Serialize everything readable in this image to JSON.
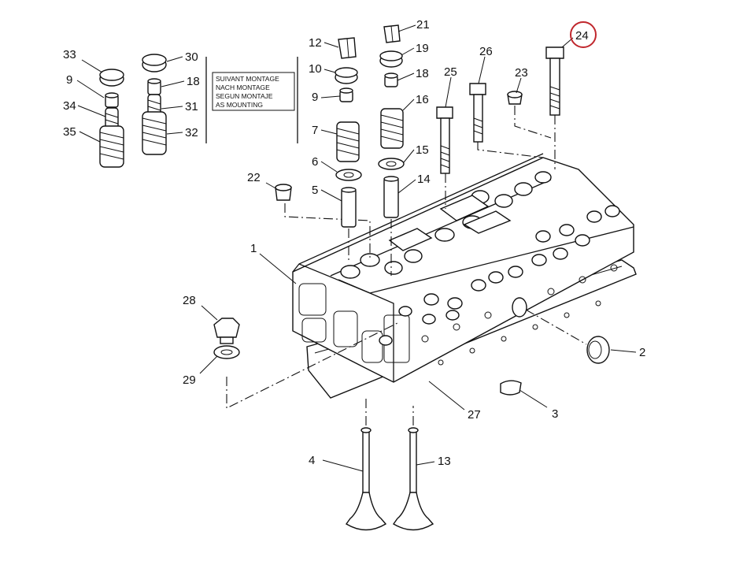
{
  "labels": {
    "p1": "1",
    "p2": "2",
    "p3": "3",
    "p4": "4",
    "p5": "5",
    "p6": "6",
    "p7": "7",
    "p9a": "9",
    "p9b": "9",
    "p10": "10",
    "p12": "12",
    "p13": "13",
    "p14": "14",
    "p15": "15",
    "p16": "16",
    "p18a": "18",
    "p18b": "18",
    "p19": "19",
    "p21": "21",
    "p22": "22",
    "p23": "23",
    "p24": "24",
    "p25": "25",
    "p26": "26",
    "p27": "27",
    "p28": "28",
    "p29": "29",
    "p30": "30",
    "p31": "31",
    "p32": "32",
    "p33": "33",
    "p34": "34",
    "p35": "35"
  },
  "note_box": {
    "line1": "SUIVANT MONTAGE",
    "line2": "NACH MONTAGE",
    "line3": "SEGUN MONTAJE",
    "line4": "AS MOUNTING"
  },
  "highlight": {
    "part": "24",
    "color": "#c0272d"
  }
}
